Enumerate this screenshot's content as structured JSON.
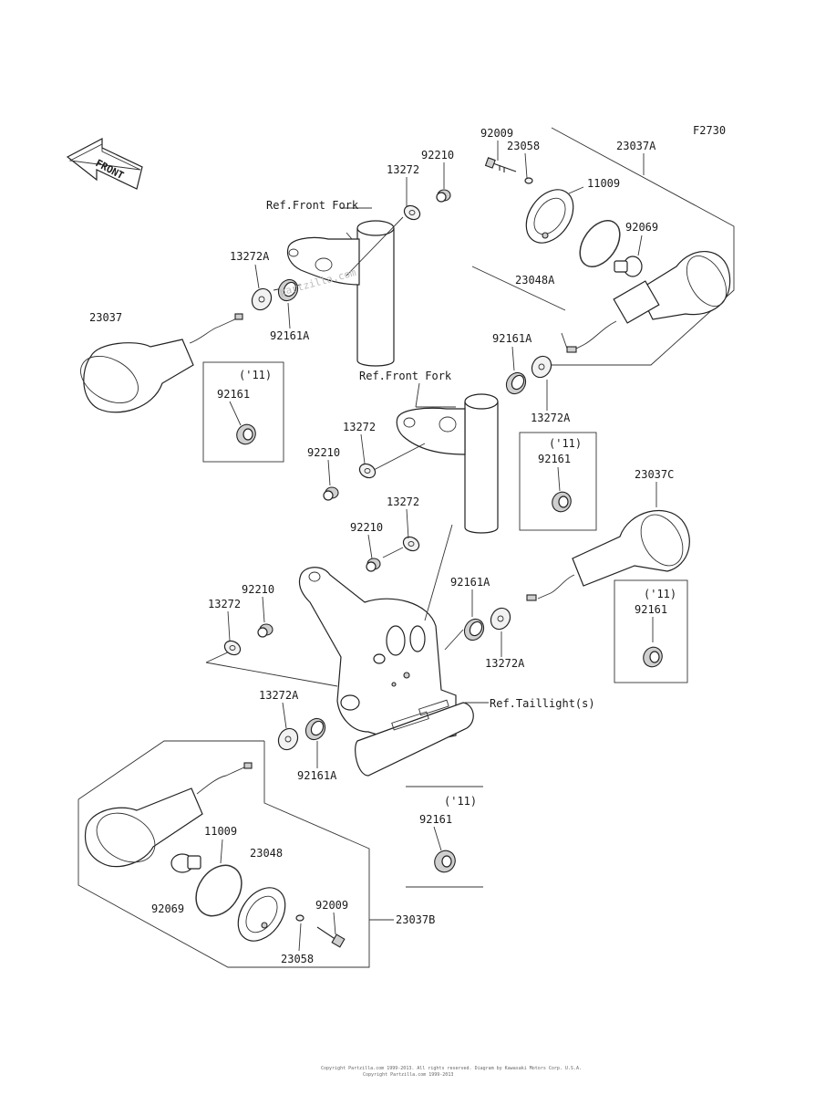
{
  "figure_code": "F2730",
  "front_label": "FRONT",
  "watermark": "partzilla.com",
  "refs": {
    "front_fork_upper": "Ref.Front Fork",
    "front_fork_middle": "Ref.Front Fork",
    "taillight": "Ref.Taillight(s)"
  },
  "labels": {
    "p92009_top": "92009",
    "p23058_top": "23058",
    "p23037A": "23037A",
    "p11009_top": "11009",
    "p92069_top": "92069",
    "p23048A": "23048A",
    "p92210_a": "92210",
    "p13272_a": "13272",
    "p13272A_a": "13272A",
    "p92161A_a": "92161A",
    "p23037": "23037",
    "p92161A_b": "92161A",
    "p13272A_b": "13272A",
    "p13272_b": "13272",
    "p92210_b": "92210",
    "p13272_c": "13272",
    "p92210_c": "92210",
    "p23037C": "23037C",
    "p92161A_c": "92161A",
    "p13272A_c": "13272A",
    "p92210_d": "92210",
    "p13272_d": "13272",
    "p13272A_d": "13272A",
    "p92161A_d": "92161A",
    "p11009_bot": "11009",
    "p23048": "23048",
    "p92069_bot": "92069",
    "p92009_bot": "92009",
    "p23058_bot": "23058",
    "p23037B": "23037B"
  },
  "inset_boxes": [
    {
      "year": "('11)",
      "part": "92161"
    },
    {
      "year": "('11)",
      "part": "92161"
    },
    {
      "year": "('11)",
      "part": "92161"
    },
    {
      "year": "('11)",
      "part": "92161"
    }
  ],
  "footer": {
    "line1": "Copyright Partzilla.com 1999-2013. All rights reserved. Diagram by Kawasaki Motors Corp. U.S.A.",
    "line2": "Copyright Partzilla.com 1999-2013"
  }
}
